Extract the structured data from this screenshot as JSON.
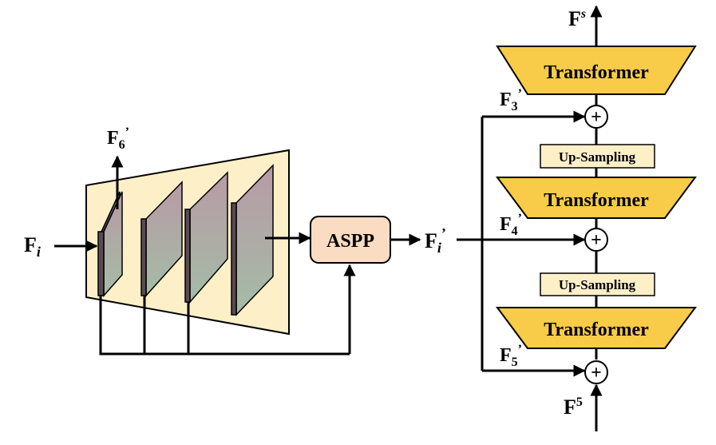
{
  "colors": {
    "encoder_fill": "#fdf0c8",
    "aspp_fill": "#f9dcc2",
    "transformer_fill": "#f8cb48",
    "upsampling_fill": "#fdf0c8",
    "line": "#000000"
  },
  "encoder": {
    "input_label": {
      "base": "F",
      "sub": "i"
    },
    "side_output": {
      "base": "F",
      "sub": "6",
      "prime": "’"
    }
  },
  "aspp": {
    "label": "ASPP"
  },
  "aspp_output": {
    "base": "F",
    "sub": "i",
    "prime": "’"
  },
  "decoder": {
    "transformers": [
      "Transformer",
      "Transformer",
      "Transformer"
    ],
    "upsampling": [
      "Up-Sampling",
      "Up-Sampling"
    ],
    "skip_labels": [
      {
        "base": "F",
        "sub": "3",
        "prime": "’"
      },
      {
        "base": "F",
        "sub": "4",
        "prime": "’"
      },
      {
        "base": "F",
        "sub": "5",
        "prime": "’"
      }
    ],
    "top_output": {
      "base": "F",
      "sup": "s"
    },
    "bottom_input": {
      "base": "F",
      "sup": "5"
    },
    "adder_symbol": "+"
  }
}
